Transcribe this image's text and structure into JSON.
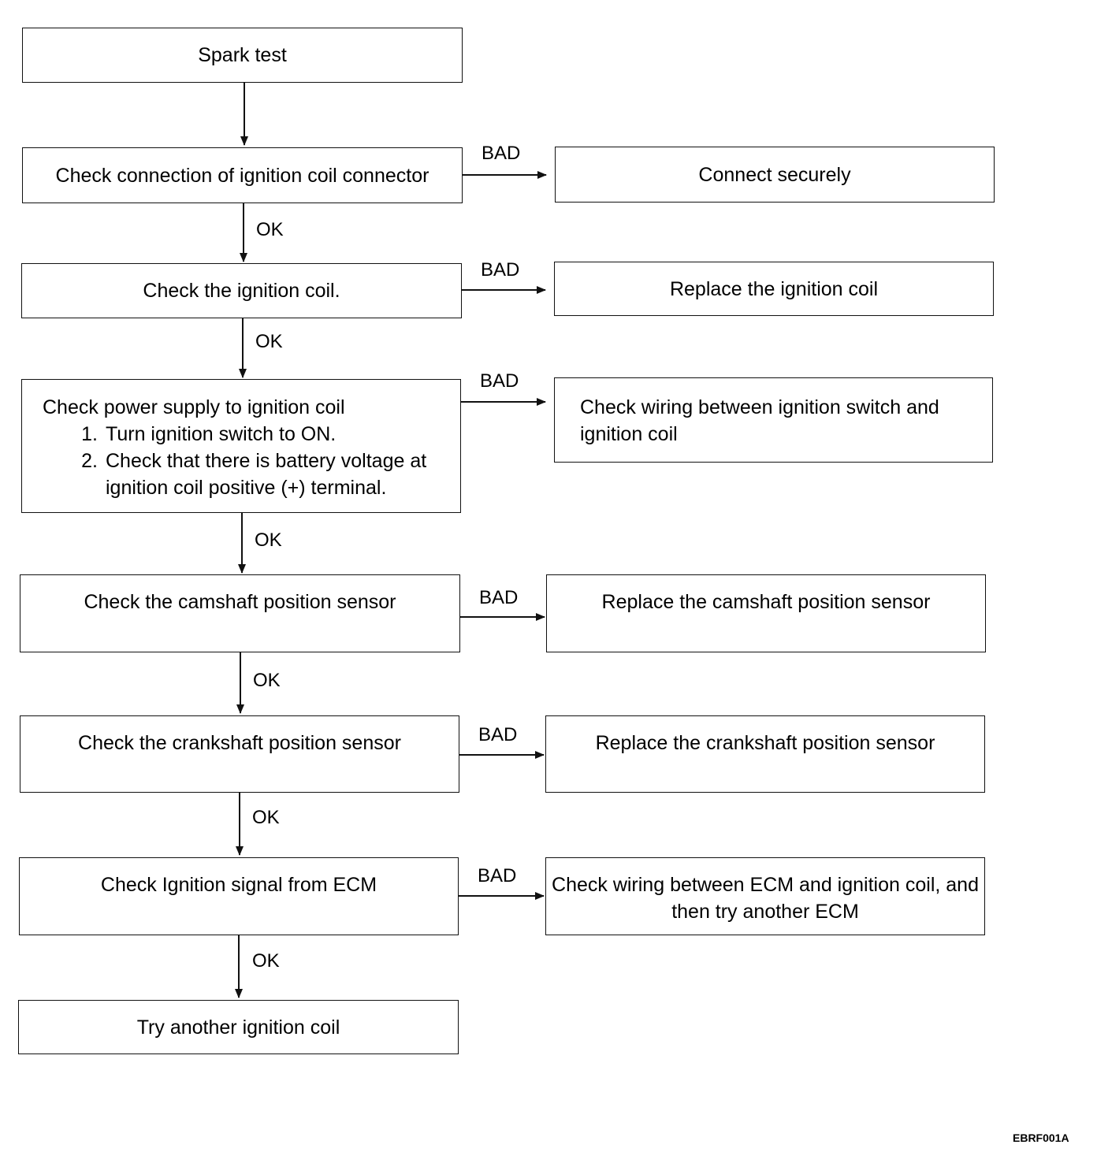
{
  "flow": {
    "start": "Spark test",
    "steps": [
      {
        "check": "Check connection of ignition coil connector",
        "bad": "Connect securely"
      },
      {
        "check": "Check the ignition coil.",
        "bad": "Replace the ignition coil"
      },
      {
        "check": "Check power supply to ignition coil",
        "substeps": [
          {
            "num": "1.",
            "text": "Turn ignition switch to ON."
          },
          {
            "num": "2.",
            "text": "Check that there is battery voltage at ignition coil positive (+) terminal."
          }
        ],
        "bad": "Check wiring between ignition switch and ignition coil"
      },
      {
        "check": "Check the camshaft position sensor",
        "bad": "Replace the camshaft position sensor"
      },
      {
        "check": "Check the crankshaft position sensor",
        "bad": "Replace the crankshaft position sensor"
      },
      {
        "check": "Check Ignition signal from ECM",
        "bad": "Check wiring between ECM and ignition coil, and then try another ECM"
      }
    ],
    "end": "Try another ignition coil",
    "labels": {
      "ok": "OK",
      "bad": "BAD"
    }
  },
  "figure_code": "EBRF001A"
}
